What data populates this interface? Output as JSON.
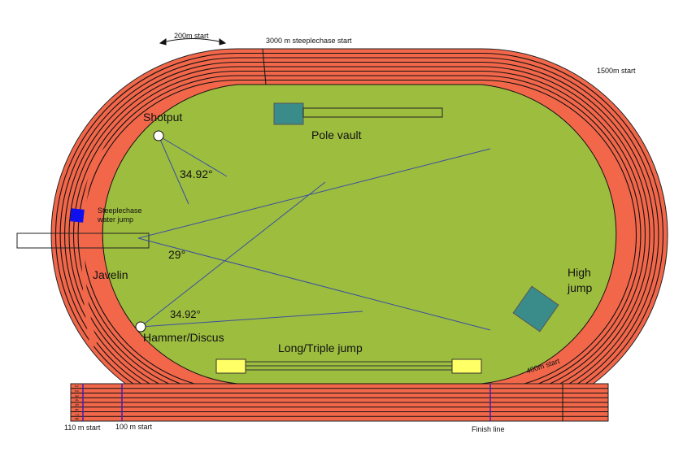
{
  "labels": {
    "start_200m": "200m start",
    "steeplechase_3000m": "3000 m steeplechase start",
    "start_1500m": "1500m start",
    "shotput": "Shotput",
    "shotput_angle": "34.92°",
    "pole_vault": "Pole vault",
    "water_jump": "Steeplechase water jump",
    "javelin_angle": "29°",
    "javelin": "Javelin",
    "hammer_angle": "34.92°",
    "hammer_discus": "Hammer/Discus",
    "high_jump": "High jump",
    "long_triple_jump": "Long/Triple jump",
    "start_400m": "400m start",
    "start_110m": "110 m start",
    "start_100m": "100 m start",
    "finish_line": "Finish line"
  },
  "lane_numbers": [
    "1",
    "2",
    "3",
    "4",
    "5",
    "6",
    "7",
    "8"
  ],
  "colors": {
    "track": "#f2674a",
    "field": "#9dbd3f",
    "pole_vault_pit": "#3a8c8a",
    "high_jump_pit": "#3a8c8a",
    "long_jump_pit": "#ffff66",
    "water_jump": "#1010ee",
    "sector_lines": "#3a4fa0"
  }
}
